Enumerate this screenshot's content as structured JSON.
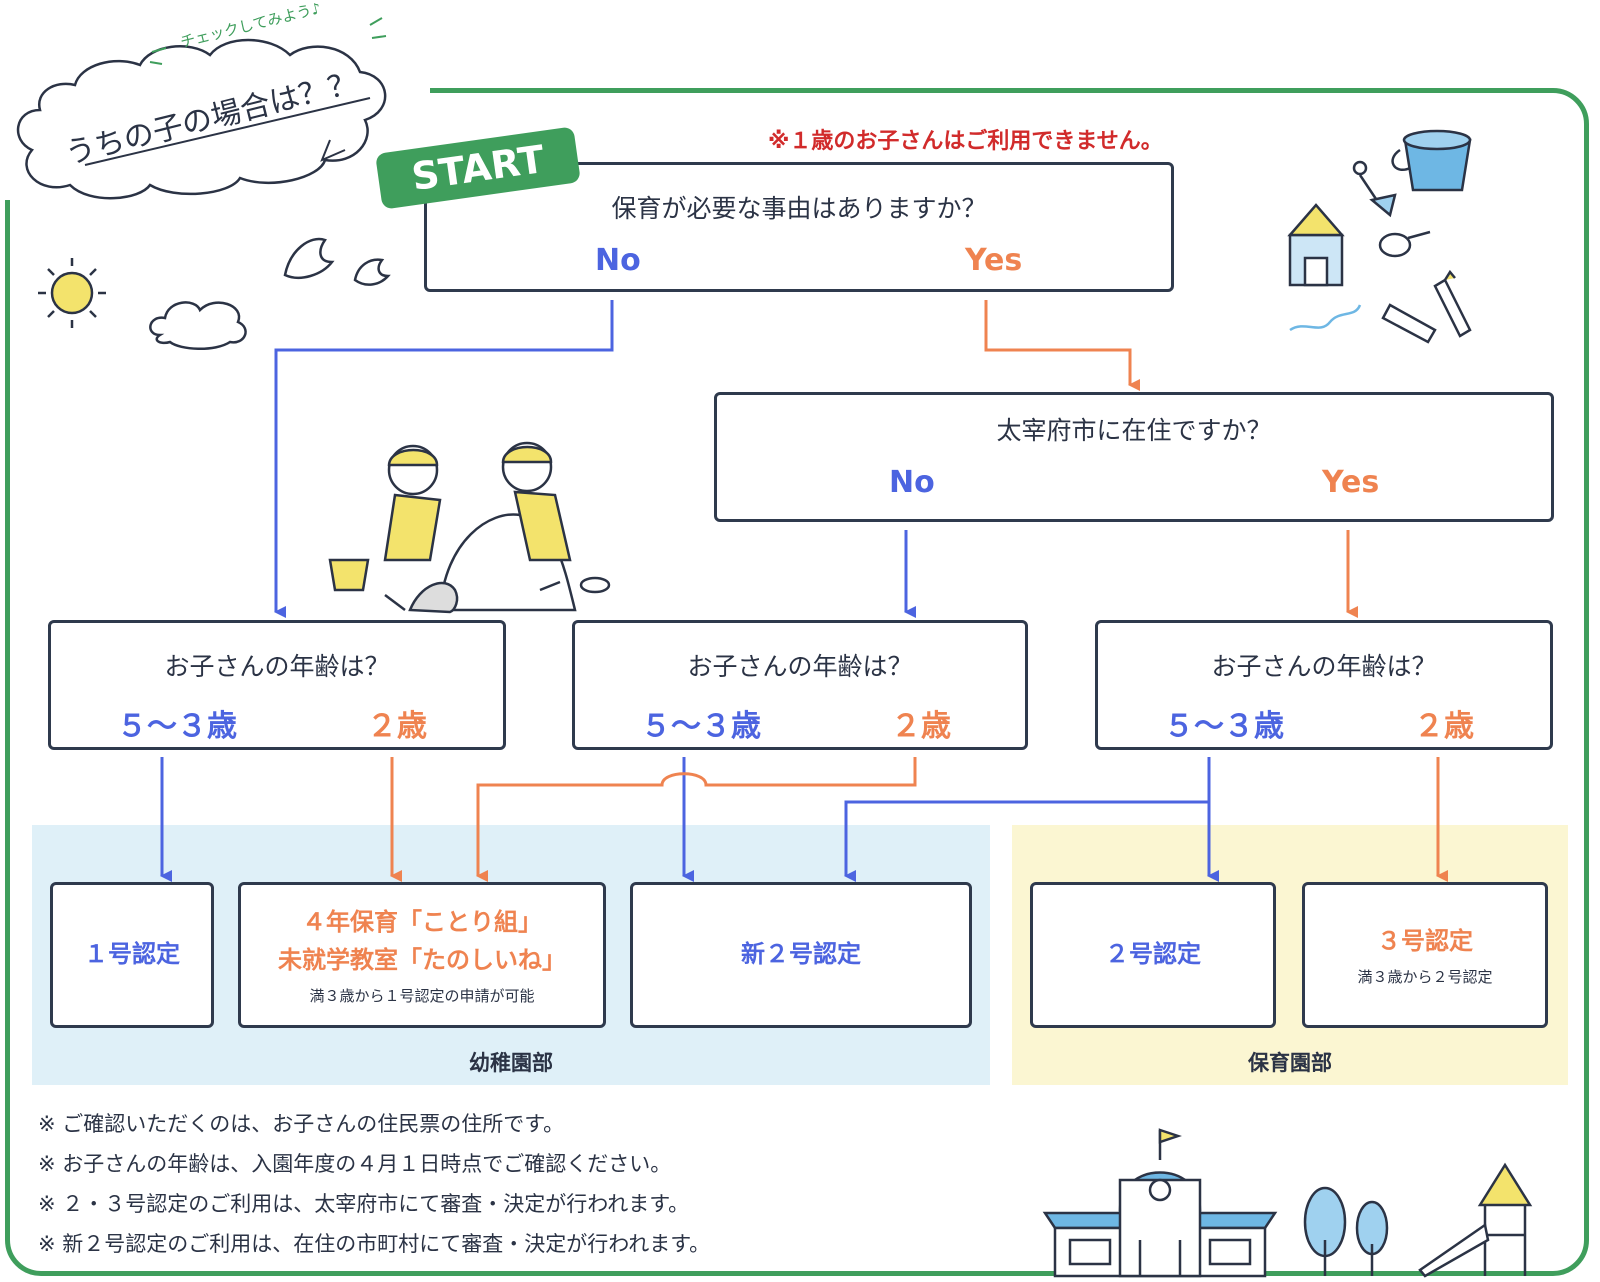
{
  "header": {
    "check_text": "チェックしてみよう♪",
    "title": "うちの子の場合は？？"
  },
  "start_label": "START",
  "warning": "※１歳のお子さんはご利用できません。",
  "q1": {
    "question": "保育が必要な事由はありますか？",
    "no": "No",
    "yes": "Yes"
  },
  "q2": {
    "question": "太宰府市に在住ですか？",
    "no": "No",
    "yes": "Yes"
  },
  "age_boxes": [
    {
      "question": "お子さんの年齢は？",
      "older": "５〜３歳",
      "younger": "２歳"
    },
    {
      "question": "お子さんの年齢は？",
      "older": "５〜３歳",
      "younger": "２歳"
    },
    {
      "question": "お子さんの年齢は？",
      "older": "５〜３歳",
      "younger": "２歳"
    }
  ],
  "results": {
    "r1": {
      "title": "１号認定"
    },
    "r2": {
      "title_line1": "４年保育「ことり組」",
      "title_line2": "未就学教室「たのしいね」",
      "sub": "満３歳から１号認定の申請が可能"
    },
    "r3": {
      "title": "新２号認定"
    },
    "r4": {
      "title": "２号認定"
    },
    "r5": {
      "title": "３号認定",
      "sub": "満３歳から２号認定"
    }
  },
  "zones": {
    "kindergarten": "幼稚園部",
    "nursery": "保育園部"
  },
  "notes": [
    "※ ご確認いただくのは、お子さんの住民票の住所です。",
    "※ お子さんの年齢は、入園年度の４月１日時点でご確認ください。",
    "※ ２・３号認定のご利用は、太宰府市にて審査・決定が行われます。",
    "※ 新２号認定のご利用は、在住の市町村にて審査・決定が行われます。"
  ],
  "colors": {
    "frame": "#3f9e5c",
    "no_path": "#4c64e0",
    "yes_path": "#ef8350",
    "warning": "#d12b2b",
    "kindergarten_bg": "#dff0f8",
    "nursery_bg": "#fbf6d2"
  },
  "icons": [
    "cloud-icon",
    "sun-icon",
    "bird-icon",
    "children-playing-icon",
    "toys-icon",
    "school-building-icon",
    "tree-icon",
    "slide-icon"
  ]
}
